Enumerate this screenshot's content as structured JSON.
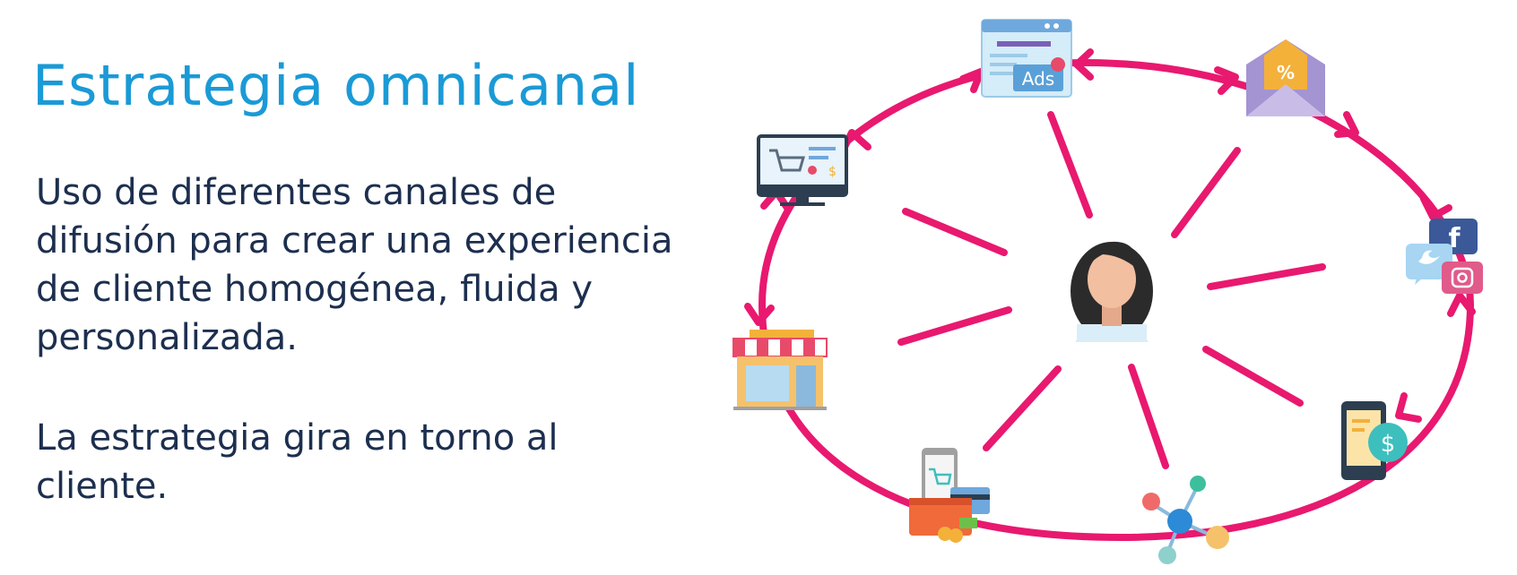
{
  "title": "Estrategia omnicanal",
  "paragraphs": [
    {
      "lines": [
        "Uso de diferentes canales de",
        "difusión para crear una experiencia",
        "de cliente homogénea, fluida y",
        "personalizada."
      ]
    },
    {
      "lines": [
        "La estrategia gira en torno al",
        "cliente."
      ]
    }
  ],
  "icons": {
    "ads_label": "Ads",
    "coupon_label": "%",
    "payment_label": "$"
  },
  "colors": {
    "title": "#1a9ad6",
    "text": "#1d2f4f",
    "arrow": "#e8196f"
  }
}
